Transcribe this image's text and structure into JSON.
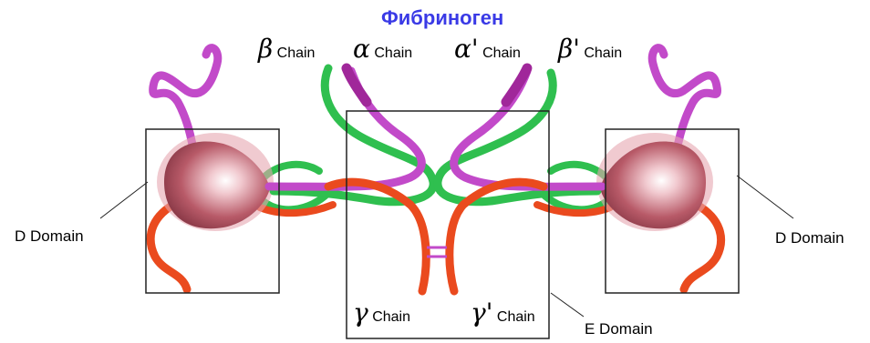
{
  "title": "Фибриноген",
  "chains": {
    "beta": {
      "symbol": "β",
      "label": "Chain"
    },
    "alpha": {
      "symbol": "α",
      "label": "Chain"
    },
    "alpha_prime": {
      "symbol": "α'",
      "label": "Chain"
    },
    "beta_prime": {
      "symbol": "β'",
      "label": "Chain"
    },
    "gamma": {
      "symbol": "γ",
      "label": "Chain"
    },
    "gamma_prime": {
      "symbol": "γ'",
      "label": "Chain"
    }
  },
  "domains": {
    "d_left": "D Domain",
    "d_right": "D Domain",
    "e": "E Domain"
  },
  "colors": {
    "title": "#3a3ae6",
    "alpha_chain": "#c24ac9",
    "beta_chain": "#2fbf4f",
    "gamma_chain": "#ea4a1e",
    "globule": "#b85a68",
    "box": "#222222"
  }
}
